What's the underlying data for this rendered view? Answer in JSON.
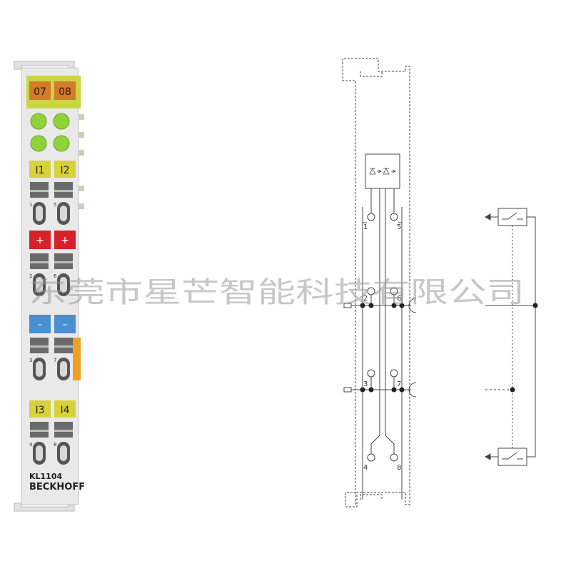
{
  "module": {
    "top_labels": [
      "07",
      "08"
    ],
    "input_labels_top": [
      "I1",
      "I2"
    ],
    "input_labels_bottom": [
      "I3",
      "I4"
    ],
    "plus_symbol": "+",
    "minus_symbol": "–",
    "terminal_numbers": [
      "1",
      "5",
      "2",
      "6",
      "3",
      "7",
      "4",
      "8"
    ],
    "model": "KL1104",
    "brand": "BECKHOFF",
    "colors": {
      "body": "#e9e9e9",
      "lime": "#c9d640",
      "orange_label": "#d47a2a",
      "led_green": "#8fd23a",
      "yellow_label": "#d8d23a",
      "red": "#d8202a",
      "blue": "#4a8fd0",
      "orange_tab": "#f0a020"
    }
  },
  "schematic": {
    "terminals": [
      "1",
      "5",
      "2",
      "6",
      "3",
      "7",
      "4",
      "8"
    ]
  },
  "watermark": "东莞市星芒智能科技有限公司"
}
